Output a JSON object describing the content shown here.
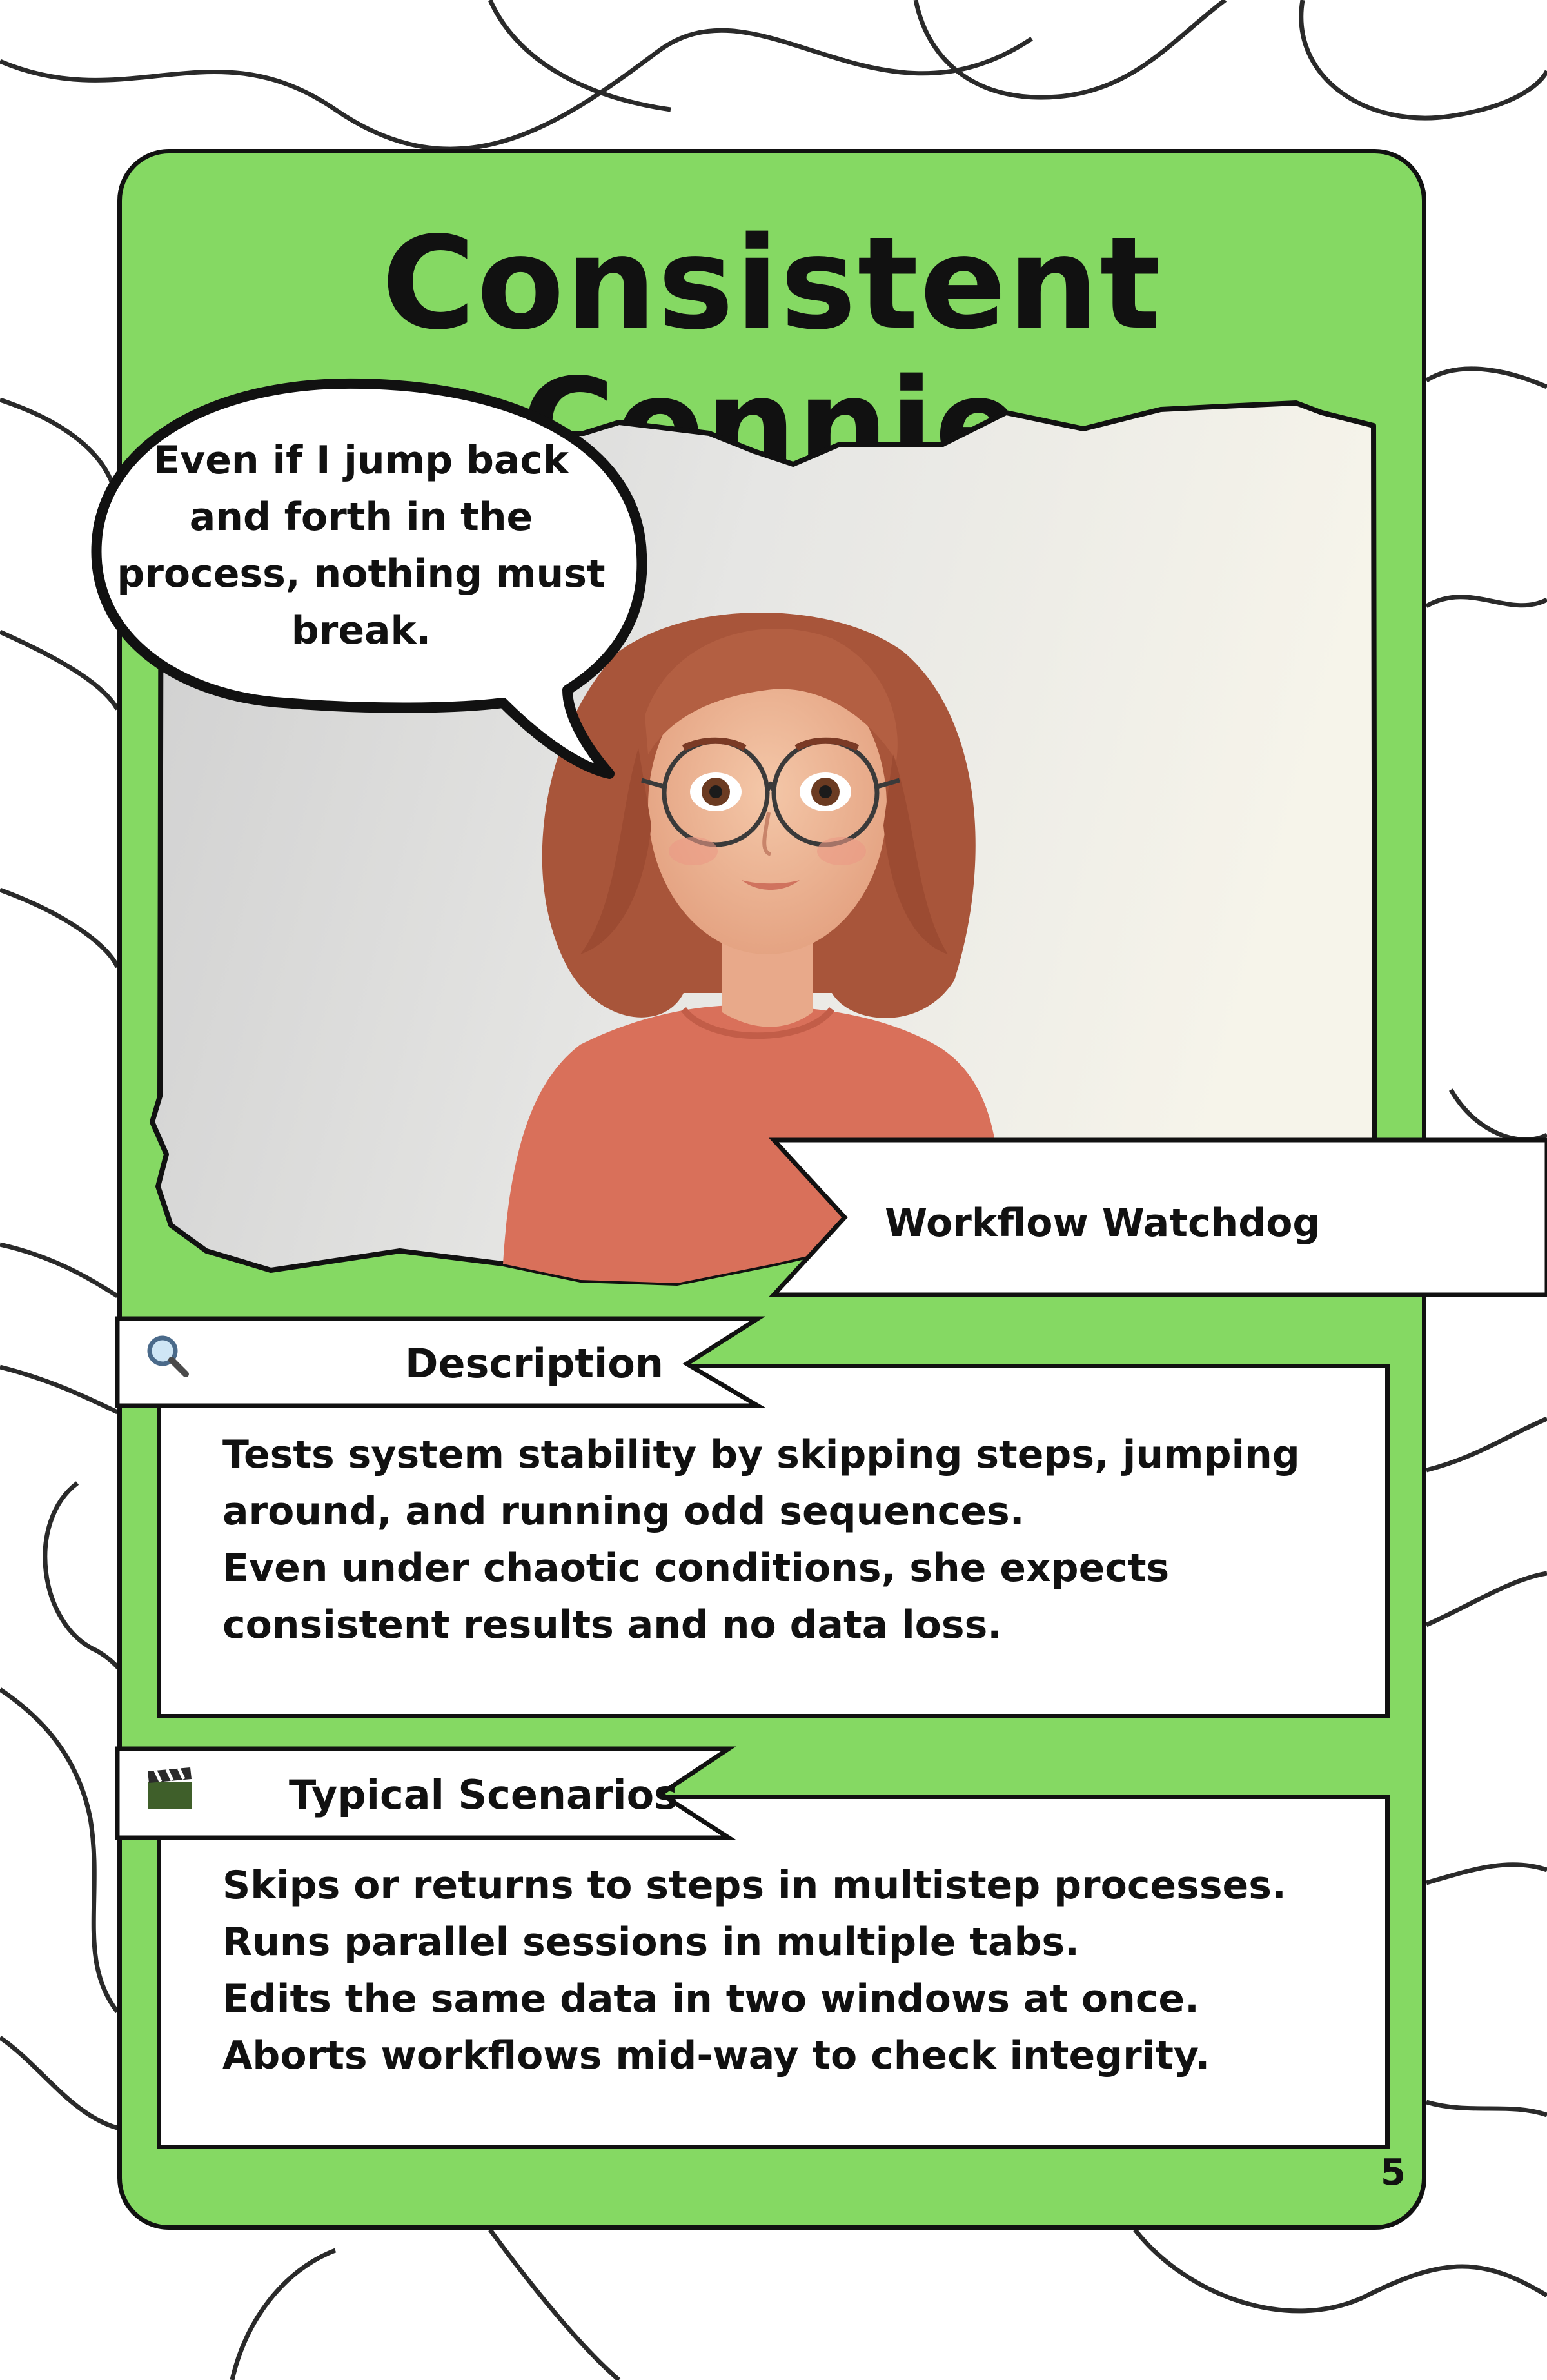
{
  "card": {
    "name": "Consistent Connie",
    "quote": "Even if I jump back and forth in the process, nothing must break.",
    "role": "Workflow Watchdog",
    "page_number": "5",
    "colors": {
      "card_green": "#85d963",
      "outline": "#111111",
      "panel": "#ffffff",
      "sweater": "#d9705a",
      "hair": "#a8553a"
    }
  },
  "description": {
    "icon": "magnifier-icon",
    "heading": "Description",
    "lines": [
      "Tests system stability by skipping steps, jumping",
      "around, and running odd sequences.",
      "Even under chaotic conditions, she expects",
      "consistent results and no data loss."
    ]
  },
  "scenarios": {
    "icon": "clapperboard-icon",
    "heading": "Typical Scenarios",
    "lines": [
      "Skips or returns to steps in multistep processes.",
      "Runs parallel sessions in multiple tabs.",
      "Edits the same data in two windows at once.",
      "Aborts workflows mid-way to check integrity."
    ]
  }
}
